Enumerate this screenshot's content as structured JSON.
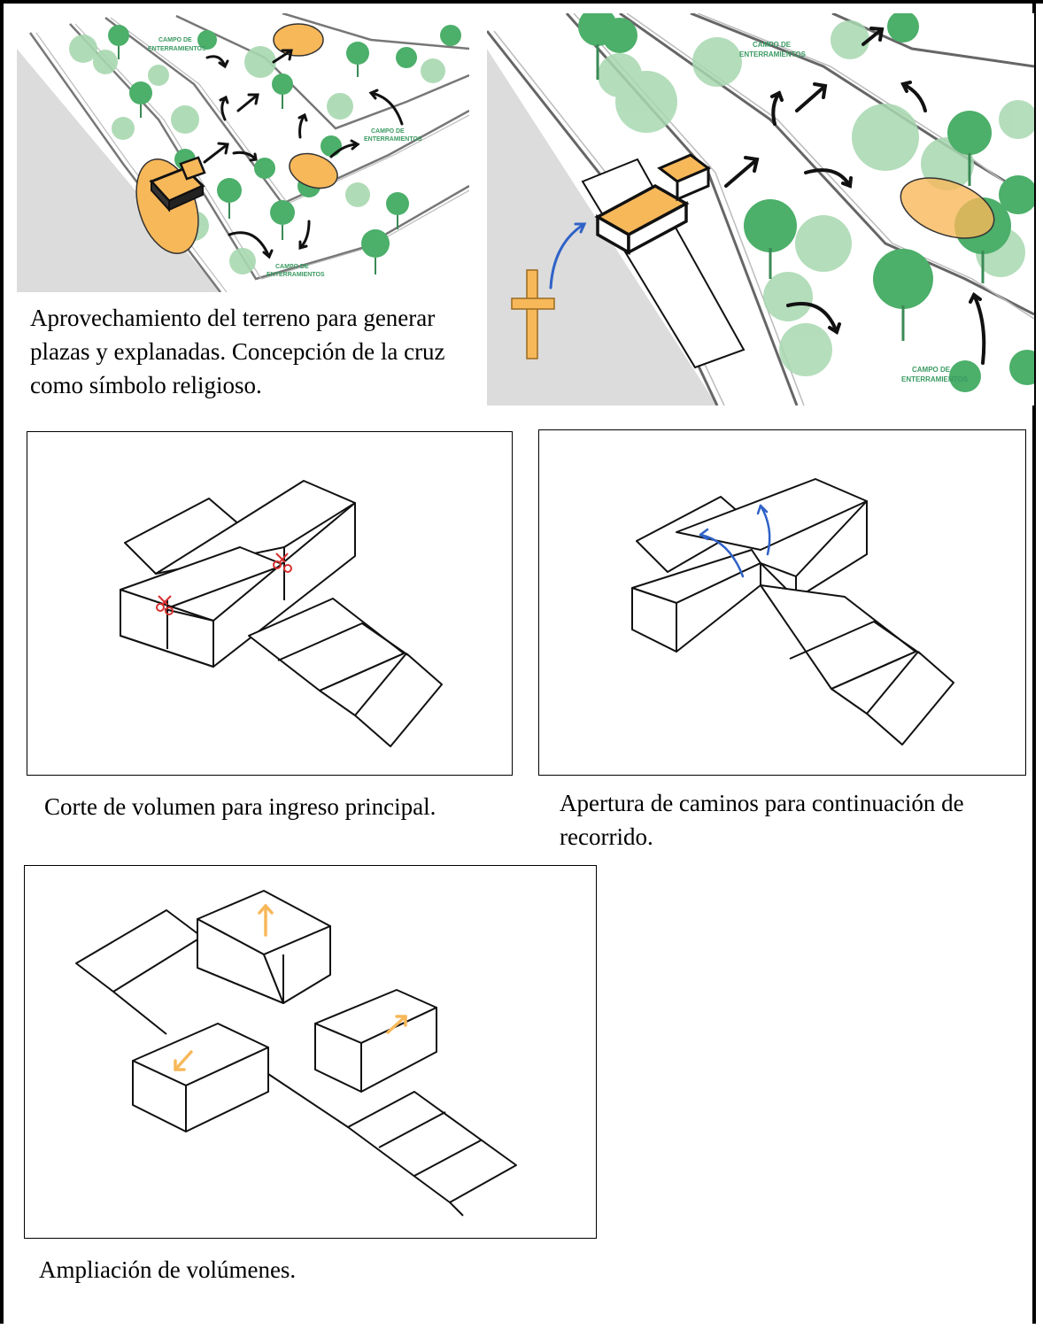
{
  "colors": {
    "accent_orange": "#f7b85a",
    "tree_green": "#4caf6a",
    "tree_light": "#a8d8b0",
    "label_green": "#3a9a62",
    "arrow_blue": "#2f62c8",
    "cut_red": "#d83030",
    "ground_gray": "#dcdcdc"
  },
  "labels": {
    "campo_line1": "CAMPO DE",
    "campo_line2": "ENTERRAMIENTOS"
  },
  "captions": {
    "terrain": "Aprovechamiento del terreno para generar plazas y explanadas. Concepción de la cruz como símbolo religioso.",
    "cut": "Corte de volumen para ingreso principal.",
    "paths": "Apertura de caminos para continuación de recorrido.",
    "expand": "Ampliación de volúmenes."
  },
  "icons": {
    "cross": "cross-icon",
    "scissors": "scissors-icon"
  }
}
